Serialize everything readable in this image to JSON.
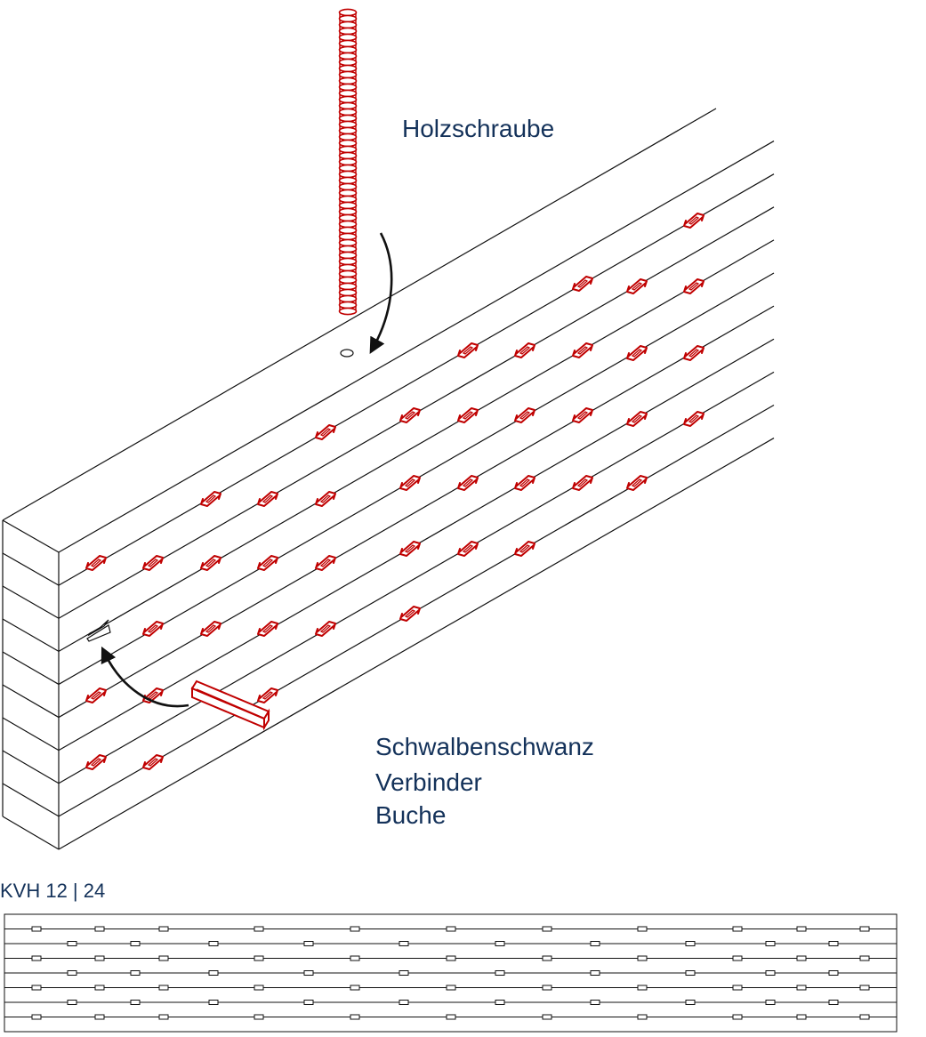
{
  "labels": {
    "screw": "Holzschraube",
    "dovetail": [
      "Schwalbenschwanz",
      "Verbinder",
      "Buche"
    ],
    "section": "KVH 12 | 24"
  },
  "colors": {
    "outline": "#111111",
    "connector": "#c00000",
    "label": "#14325a"
  },
  "icons": {
    "screw": "wood-screw-icon",
    "dovetail": "dovetail-connector-icon",
    "arrows": "curved-arrow-icon"
  }
}
